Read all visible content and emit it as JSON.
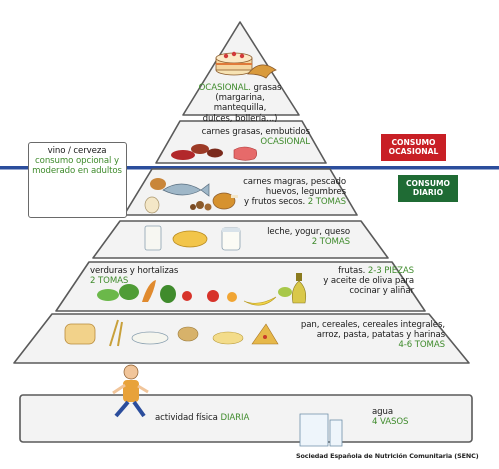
{
  "pyramid": {
    "tiers": {
      "top": {
        "tag": "OCASIONAL.",
        "rest": " grasas",
        "line2": "(margarina, mantequilla,",
        "line3": "dulces, bollería...)"
      },
      "meats": {
        "line1": "carnes grasas, embutidos",
        "tag": "OCASIONAL"
      },
      "proteins": {
        "line1": "carnes magras, pescado",
        "line2": "huevos, legumbres",
        "line3": "y frutos secos.",
        "tag": "2 TOMAS"
      },
      "dairy": {
        "line1": "leche, yogur, queso",
        "tag": "2 TOMAS"
      },
      "vegfruit": {
        "left1": "verduras y hortalizas",
        "left_tag": "2 TOMAS",
        "right1": "frutas.",
        "right_tag": "2-3 PIEZAS",
        "right2": "y aceite de oliva para",
        "right3": "cocinar y aliñar"
      },
      "cereals": {
        "line1": "pan, cereales, cereales integrales,",
        "line2": "arroz, pasta, patatas y harinas",
        "tag": "4-6 TOMAS"
      }
    },
    "base": {
      "activity": "actividad física",
      "activity_tag": "DIARIA",
      "water": "agua",
      "water_tag": "4 VASOS"
    }
  },
  "wine": {
    "line1": "vino / cerveza",
    "line2": "consumo opcional y",
    "line3": "moderado en adultos"
  },
  "badges": {
    "occasional1": "CONSUMO",
    "occasional2": "OCASIONAL",
    "daily1": "CONSUMO",
    "daily2": "DIARIO"
  },
  "credit": "Sociedad Española de Nutrición Comunitaria (SENC)",
  "colors": {
    "accent_green": "#3f8b2c",
    "occasional_red": "#c81f25",
    "daily_green": "#1f6b34",
    "divider_blue": "#2b4d9c",
    "band_fill": "#f3f3f3",
    "outline": "#5a5a5a"
  }
}
